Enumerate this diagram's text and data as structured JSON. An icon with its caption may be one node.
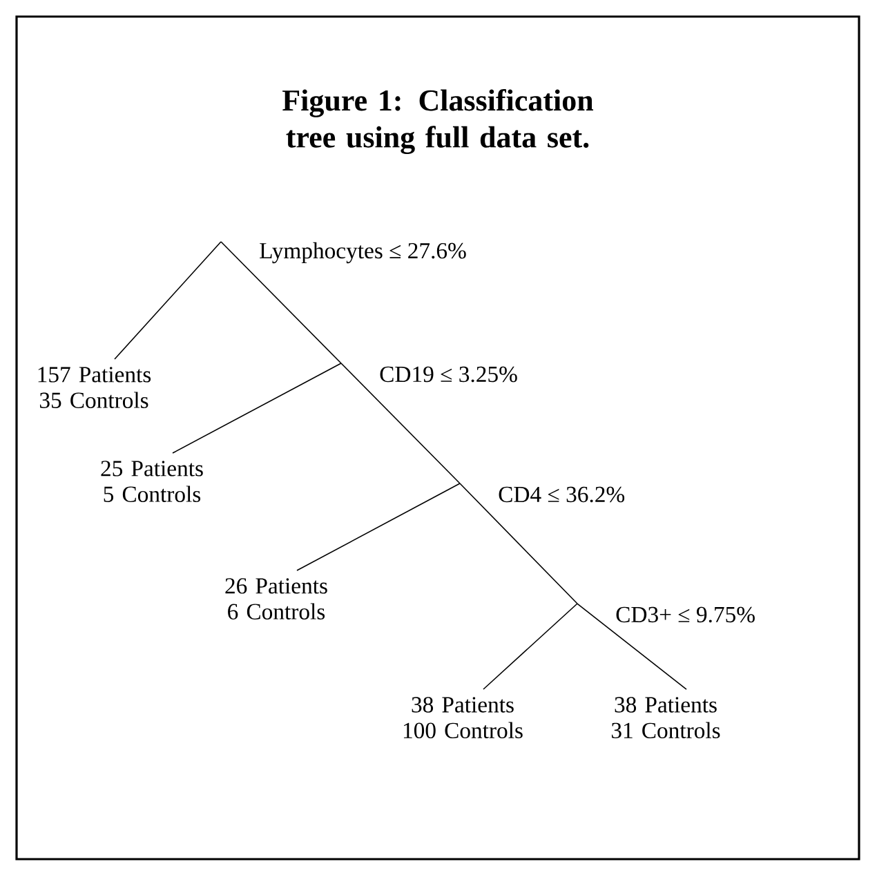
{
  "diagram": {
    "title": "Figure 1: Classification tree using full data set.",
    "nodes": [
      {
        "text": [
          "Lymphocytes ≤ 27.6%"
        ]
      },
      {
        "text": [
          "157 Patients 35 Controls"
        ]
      },
      {
        "text": [
          "CD19 ≤ 3.25%"
        ]
      },
      {
        "text": [
          "25 Patients 5 Controls"
        ]
      },
      {
        "text": [
          "CD4 ≤ 36.2%"
        ]
      },
      {
        "text": [
          "26 Patients 6 Controls"
        ]
      },
      {
        "text": [
          "CD3+ ≤ 9.75%"
        ]
      },
      {
        "text": [
          "38 Patients 100 Controls"
        ]
      },
      {
        "text": [
          "38 Patients 31 Controls"
        ]
      }
    ],
    "edges": [
      {
        "from": 0,
        "to": 1,
        "arrow": "none"
      },
      {
        "from": 0,
        "to": 2,
        "arrow": "none"
      },
      {
        "from": 2,
        "to": 3,
        "arrow": "none"
      },
      {
        "from": 2,
        "to": 4,
        "arrow": "none"
      },
      {
        "from": 4,
        "to": 5,
        "arrow": "none"
      },
      {
        "from": 4,
        "to": 6,
        "arrow": "none"
      },
      {
        "from": 6,
        "to": 7,
        "arrow": "none"
      },
      {
        "from": 6,
        "to": 8,
        "arrow": "none"
      }
    ]
  }
}
